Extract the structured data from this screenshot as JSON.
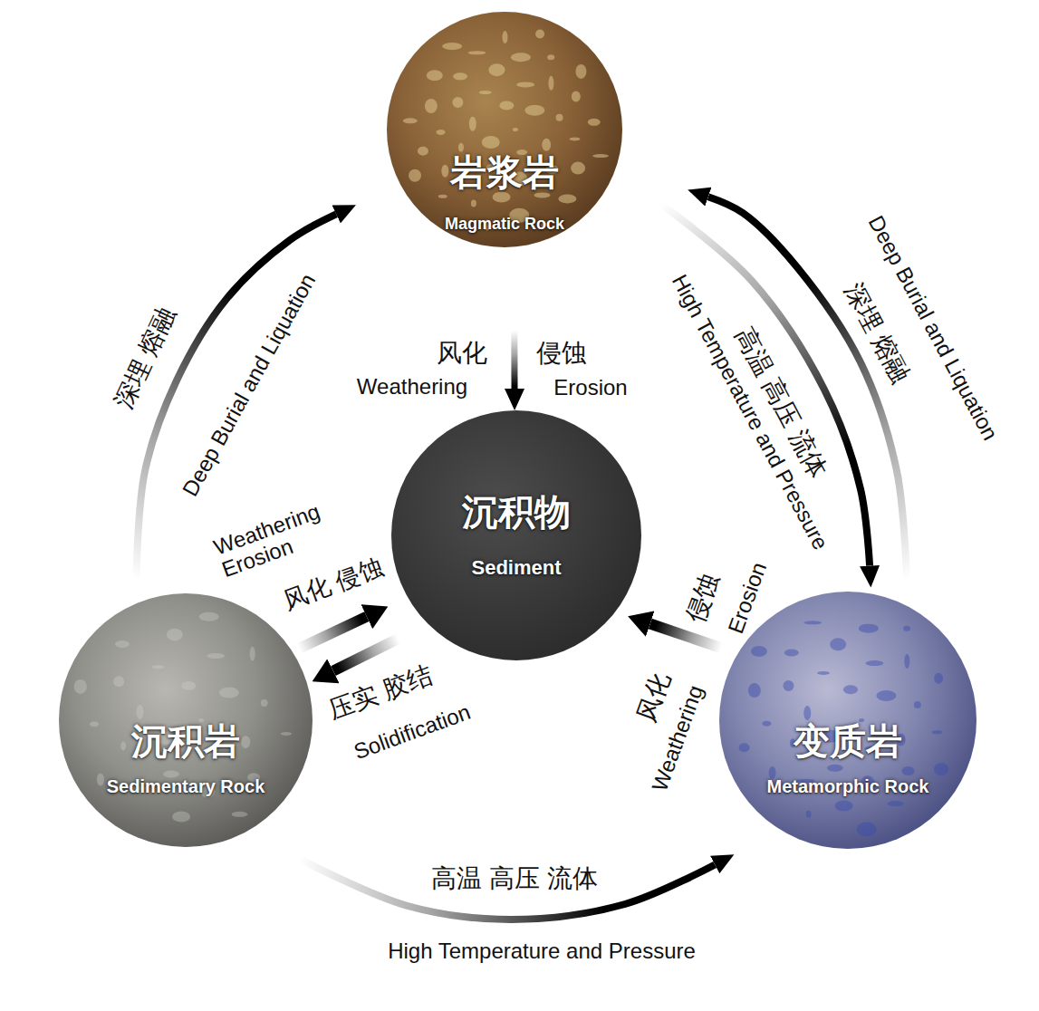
{
  "diagram": {
    "nodes": [
      {
        "text": [
          "岩浆岩",
          "Magmatic Rock"
        ]
      },
      {
        "text": [
          "沉积物",
          "Sediment"
        ]
      },
      {
        "text": [
          "沉积岩",
          "Sedimentary Rock"
        ]
      },
      {
        "text": [
          "变质岩",
          "Metamorphic Rock"
        ]
      }
    ],
    "edges": [
      {
        "from": 2,
        "to": 0,
        "arrow": "to",
        "label": "深埋 熔融"
      },
      {
        "from": 0,
        "to": 1,
        "arrow": "to",
        "label": "风化"
      },
      {
        "from": 2,
        "to": 3,
        "arrow": "to",
        "label": "高温 高压 流体"
      },
      {
        "from": 0,
        "to": 3,
        "arrow": "to",
        "label": "高温 高压 流体"
      },
      {
        "from": 3,
        "to": 0,
        "arrow": "to",
        "label": "深埋 熔融"
      },
      {
        "from": 2,
        "to": 1,
        "arrow": "to",
        "label": "风化 侵蚀"
      },
      {
        "from": 1,
        "to": 2,
        "arrow": "to",
        "label": "压实 胶结"
      },
      {
        "from": 3,
        "to": 1,
        "arrow": "to",
        "label": "侵蚀"
      }
    ],
    "labels": [
      "Deep Burial and Liquation",
      "侵蚀",
      "Weathering",
      "Erosion",
      "High Temperature and Pressure",
      "High Temperature and Pressure",
      "Deep Burial and Liquation",
      "Weathering Erosion",
      "Solidification",
      "风化",
      "Weathering",
      "Erosion"
    ]
  }
}
